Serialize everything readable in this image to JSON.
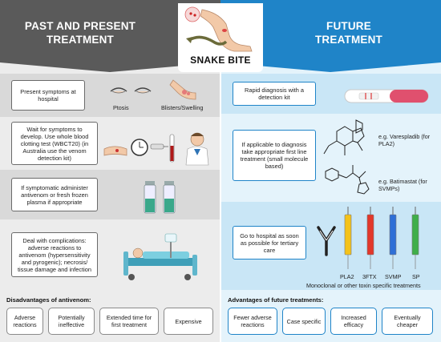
{
  "header": {
    "left_title": "PAST AND PRESENT TREATMENT",
    "right_title": "FUTURE TREATMENT",
    "center_label": "SNAKE BITE",
    "colors": {
      "left": "#5a5a5a",
      "right": "#1f84c8"
    }
  },
  "left": {
    "steps": [
      {
        "text": "Present symptoms at hospital",
        "captions": [
          "Ptosis",
          "Blisters/Swelling"
        ]
      },
      {
        "text": "Wait for symptoms to develop. Use whole blood clotting test (WBCT20) (in Australia use the venom detection kit)"
      },
      {
        "text": "If symptomatic administer antivenom or fresh frozen plasma if appropriate"
      },
      {
        "text": "Deal with complications: adverse reactions to antivenom (hypersensitivity and pyrogenic); necrosis/ tissue damage and infection"
      }
    ],
    "advantages_title": "Disadvantages of antivenom:",
    "advantages": [
      "Adverse reactions",
      "Potentially ineffective",
      "Extended time for first treatment",
      "Expensive"
    ]
  },
  "right": {
    "steps": [
      {
        "text": "Rapid diagnosis with a detection kit"
      },
      {
        "text": "If applicable to diagnosis take appropriate first line treatment (small molecule based)",
        "captions": [
          "e.g. Varespladib (for PLA2)",
          "e.g. Batimastat (for SVMPs)"
        ]
      },
      {
        "text": "Go to hospital as soon as possible for tertiary care",
        "syringe_labels": [
          "PLA2",
          "3FTX",
          "SVMP",
          "SP"
        ],
        "caption": "Monoclonal or other toxin specific treatments"
      }
    ],
    "advantages_title": "Advantages of future treatments:",
    "advantages": [
      "Fewer adverse reactions",
      "Case specific",
      "Increased efficacy",
      "Eventually cheaper"
    ]
  }
}
